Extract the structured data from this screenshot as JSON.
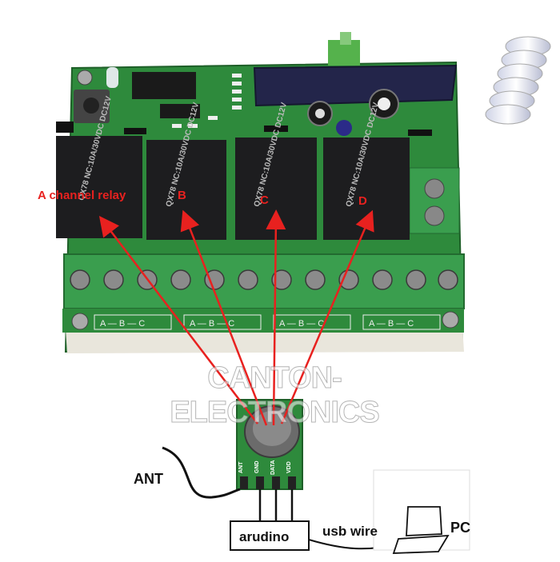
{
  "labels": {
    "channel_a": "A channel relay",
    "channel_b": "B",
    "channel_c": "C",
    "channel_d": "D",
    "ant": "ANT",
    "arduino": "arudino",
    "usb": "usb wire",
    "pc": "PC",
    "watermark": "CANTON-ELECTRONICS"
  },
  "relays": [
    {
      "text": "QX78 NC:10A/30VDC DC12V"
    },
    {
      "text": "QX78 NC:10A/30VDC DC12V"
    },
    {
      "text": "QX78 NC:10A/30VDC DC12V"
    },
    {
      "text": "QX78 NC:10A/30VDC DC12V"
    }
  ],
  "terminal_groups": [
    "A — B — C",
    "A — B — C",
    "A — B — C",
    "A — B — C"
  ],
  "receiver_pins": [
    "ANT",
    "GND",
    "DATA",
    "VDD"
  ],
  "colors": {
    "pcb": "#2e8a3c",
    "relay": "#1d1d1f",
    "terminal": "#3a9e4e",
    "arrow": "#e8211f"
  }
}
